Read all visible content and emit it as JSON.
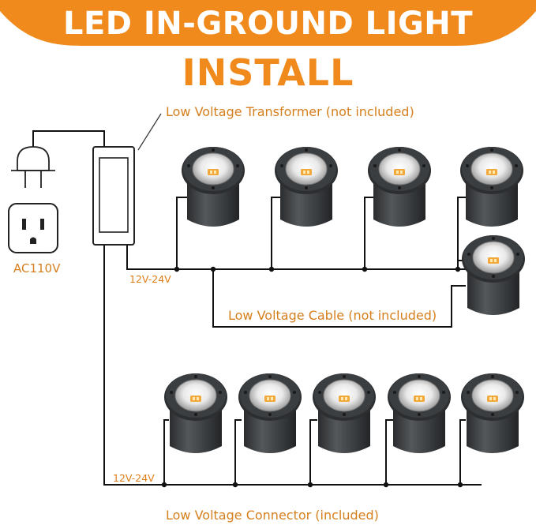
{
  "banner": {
    "title": "LED IN-GROUND LIGHT",
    "color": "#f08a1c"
  },
  "subtitle": "INSTALL",
  "labels": {
    "transformer": "Low Voltage Transformer (not included)",
    "power": "AC110V",
    "voltage_top": "12V-24V",
    "voltage_bottom": "12V-24V",
    "cable": "Low Voltage Cable (not included)",
    "connector": "Low Voltage Connector (included)"
  },
  "colors": {
    "accent": "#f08a1c",
    "label": "#d67f1e",
    "wire": "#111111",
    "light_body": "#3a3d40"
  },
  "icons": [
    "plug-icon",
    "outlet-icon",
    "transformer-icon",
    "in-ground-light-icon"
  ]
}
